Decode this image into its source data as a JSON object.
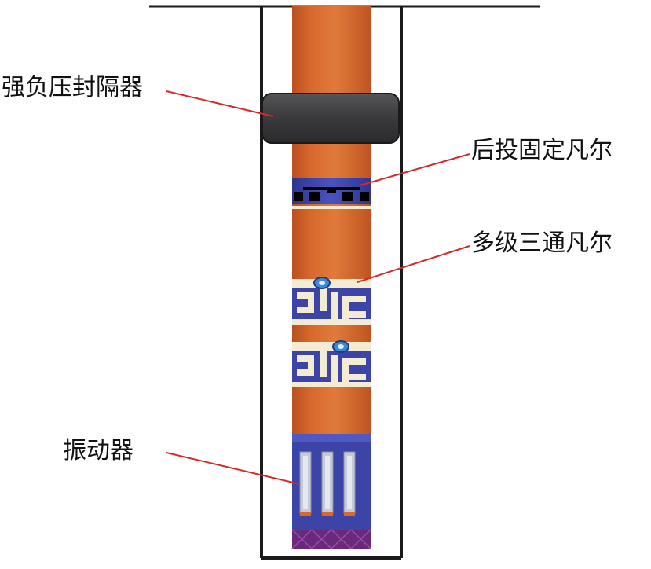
{
  "labels": {
    "packer": "强负压封隔器",
    "fixed_valve": "后投固定凡尔",
    "multi_valve": "多级三通凡尔",
    "vibrator": "振动器"
  },
  "colors": {
    "casing": "#1a1a1a",
    "tubing": "#d8692e",
    "tubing_edge": "#b9501f",
    "packer": "#3d3d3f",
    "valve_body": "#3c44a8",
    "valve_cream": "#f4ecd2",
    "leader": "#d42a2a",
    "vibrator_tube": "#cfd1dc",
    "vibrator_bottom": "#6a2a7a"
  },
  "icons": [
    "packer-ring",
    "fixed-valve-block",
    "three-way-valve",
    "vibrator-tubes"
  ]
}
